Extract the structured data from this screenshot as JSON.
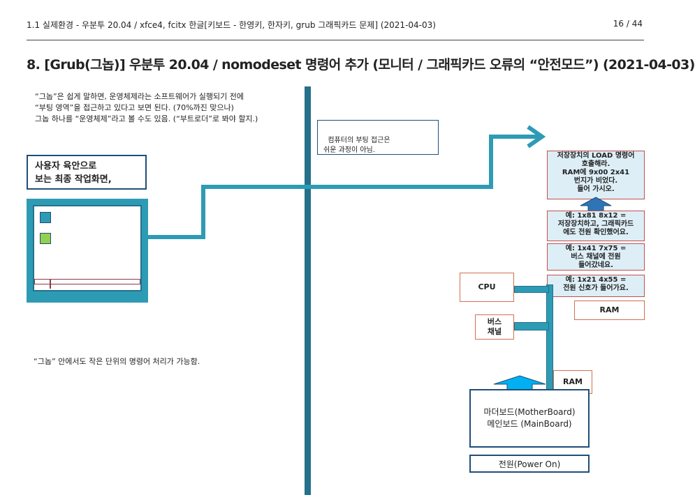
{
  "header": {
    "breadcrumb": "1.1 실제환경 - 우분투 20.04 / xfce4, fcitx 한글[키보드 - 한영키, 한자키, grub 그래픽카드 문제] (2021-04-03)",
    "page_number": "16 / 44"
  },
  "title": "8. [Grub(그놉)] 우분투 20.04 / nomodeset 명령어 추가 (모니터 / 그래픽카드 오류의 “안전모드”) (2021-04-03)",
  "intro_text": "“그놉”은 쉽게 말하면, 운영체제라는 소프트웨어가 실행되기 전에\n“부팅 영역”을 접근하고 있다고 보면 된다. (70%까진 맞으나)\n그놉 하나를 “운영체제”라고 볼 수도 있음. (“부트로더”로 봐야 할지.)",
  "final_screen_label": "사용자 육안으로\n보는 최종 작업화면,",
  "bottom_note": "“그놉” 안에서도 작은 단위의 명령어 처리가 가능함.",
  "boot_note": "컴퓨터의 부팅 접근은\n쉬운 과정이 아님.",
  "steps": {
    "load_call": "저장장치의 LOAD 명령어\n호출해라.\nRAM에 9x00 2x41\n번지가 비었다.\n들어 가시오.",
    "step3": "예: 1x81 8x12 =\n저장장치하고, 그래픽카드\n에도 전원 확인했어요.",
    "step2": "예: 1x41 7x75 =\n버스 채널에 전원\n들어갔네요.",
    "step1": "예: 1x21 4x55 =\n전원 신호가 들어가요."
  },
  "components": {
    "cpu": "CPU",
    "ram_upper": "RAM",
    "bus": "버스\n채널",
    "ram_lower": "RAM",
    "motherboard_line1": "마더보드(MotherBoard)",
    "motherboard_line2": "메인보드 (MainBoard)",
    "power": "전원(Power On)"
  },
  "colors": {
    "teal": "#2e9bb5",
    "dark_teal": "#25708a",
    "navy": "#1f4e79",
    "green_icon": "#92d050",
    "light_blue": "#ddeef6",
    "maroon": "#8b3a4a",
    "arrow_blue": "#2e75b6"
  }
}
